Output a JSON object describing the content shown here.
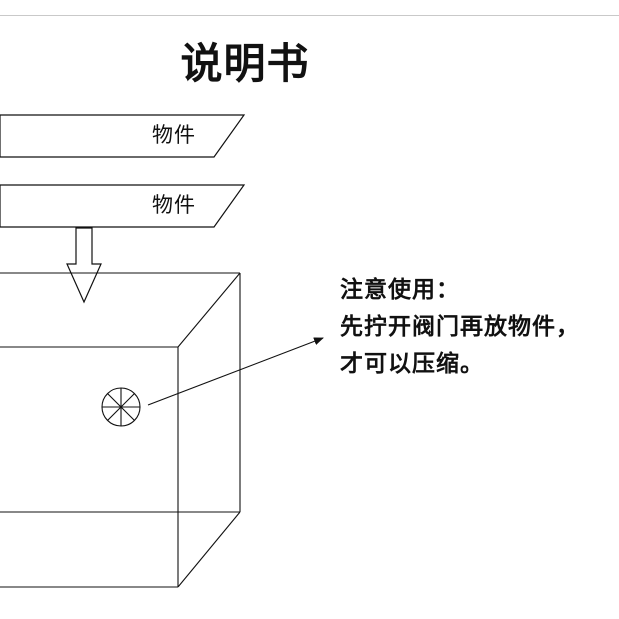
{
  "title": "说明书",
  "strips": [
    {
      "label": "物件"
    },
    {
      "label": "物件"
    }
  ],
  "note": {
    "heading": "注意使用：",
    "line1": "先拧开阀门再放物件，",
    "line2": "才可以压缩。"
  },
  "icons": {
    "down_arrow": "down-arrow-icon",
    "valve": "valve-icon",
    "pointer_arrow": "pointer-arrow-icon"
  },
  "colors": {
    "ink": "#111111",
    "rule": "#c9c9c9",
    "background": "#ffffff"
  }
}
